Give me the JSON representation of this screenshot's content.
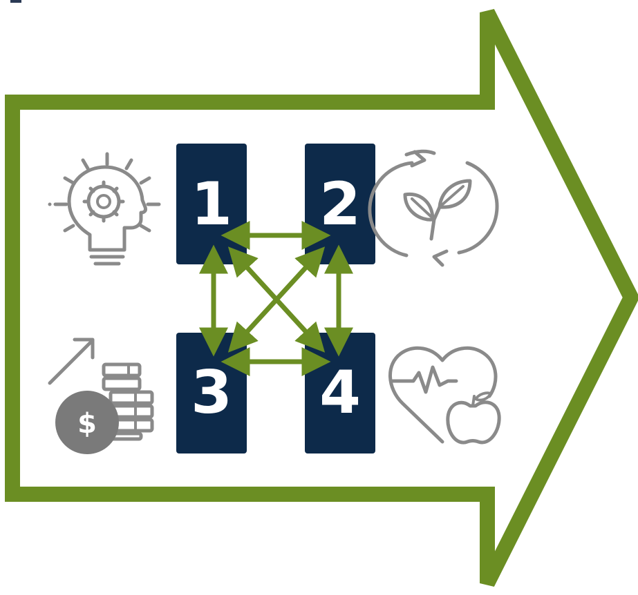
{
  "diagram": {
    "boxes": [
      {
        "id": "1",
        "label": "1"
      },
      {
        "id": "2",
        "label": "2"
      },
      {
        "id": "3",
        "label": "3"
      },
      {
        "id": "4",
        "label": "4"
      }
    ],
    "connections": [
      {
        "from": "1",
        "to": "2",
        "bidirectional": true
      },
      {
        "from": "3",
        "to": "4",
        "bidirectional": true
      },
      {
        "from": "1",
        "to": "3",
        "bidirectional": true
      },
      {
        "from": "2",
        "to": "4",
        "bidirectional": true
      },
      {
        "from": "1",
        "to": "4",
        "bidirectional": true
      },
      {
        "from": "2",
        "to": "3",
        "bidirectional": true
      }
    ],
    "icons": [
      {
        "position": "top-left",
        "name": "lightbulb-gear-head-icon"
      },
      {
        "position": "top-right",
        "name": "plant-cycle-icon"
      },
      {
        "position": "bottom-left",
        "name": "coins-growth-icon",
        "symbol": "$"
      },
      {
        "position": "bottom-right",
        "name": "heart-apple-icon"
      }
    ]
  },
  "colors": {
    "arrow_outline": "#6b8e23",
    "box_fill": "#0d2a4a",
    "box_text": "#ffffff",
    "connector": "#6b8e23",
    "icon": "#8a8a8a"
  }
}
